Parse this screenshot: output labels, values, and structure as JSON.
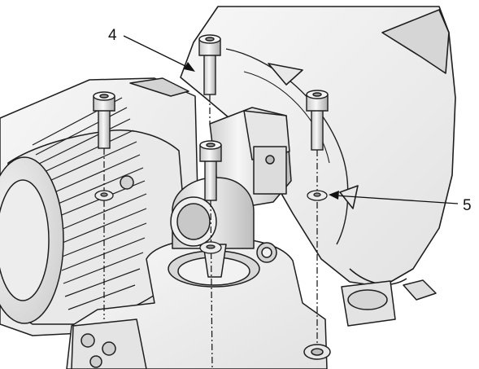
{
  "callouts": [
    {
      "label": "4",
      "part": "cap-screw"
    },
    {
      "label": "5",
      "part": "washer"
    }
  ],
  "colors": {
    "background": "#ffffff",
    "metal_light": "#f1f1f1",
    "metal_mid": "#d9d9d9",
    "metal_dark": "#9a9a9a",
    "edge": "#1e1e1e"
  }
}
